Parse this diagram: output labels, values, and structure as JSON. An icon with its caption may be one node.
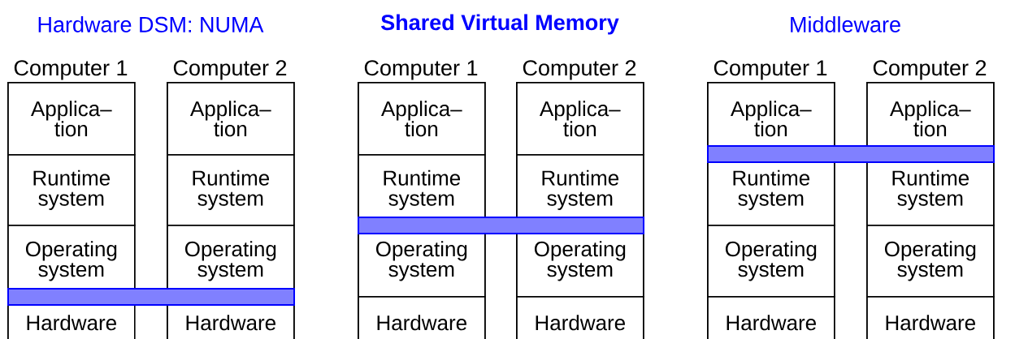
{
  "diagram": {
    "nodes": [
      {
        "text": [
          "Computer 1"
        ]
      },
      {
        "text": [
          "Applica– tion"
        ],
        "in": 0
      },
      {
        "text": [
          "Runtime system"
        ],
        "in": 0
      },
      {
        "text": [
          "Operating system"
        ],
        "in": 0
      },
      {
        "text": [
          "Hardware"
        ],
        "in": 0
      },
      {
        "text": [
          "Computer 2"
        ]
      },
      {
        "text": [
          "Applica– tion"
        ],
        "in": 5
      },
      {
        "text": [
          "Runtime system"
        ],
        "in": 5
      },
      {
        "text": [
          "Operating system"
        ],
        "in": 5
      },
      {
        "text": [
          "Hardware"
        ],
        "in": 5
      },
      {
        "text": [],
        "shape": "bar"
      },
      {
        "text": [
          "Computer 1"
        ]
      },
      {
        "text": [
          "Applica– tion"
        ],
        "in": 11
      },
      {
        "text": [
          "Runtime system"
        ],
        "in": 11
      },
      {
        "text": [
          "Operating system"
        ],
        "in": 11
      },
      {
        "text": [
          "Hardware"
        ],
        "in": 11
      },
      {
        "text": [
          "Computer 2"
        ]
      },
      {
        "text": [
          "Applica– tion"
        ],
        "in": 16
      },
      {
        "text": [
          "Runtime system"
        ],
        "in": 16
      },
      {
        "text": [
          "Operating system"
        ],
        "in": 16
      },
      {
        "text": [
          "Hardware"
        ],
        "in": 16
      },
      {
        "text": [],
        "shape": "bar"
      },
      {
        "text": [
          "Computer 1"
        ]
      },
      {
        "text": [
          "Applica– tion"
        ],
        "in": 22
      },
      {
        "text": [
          "Runtime system"
        ],
        "in": 22
      },
      {
        "text": [
          "Operating system"
        ],
        "in": 22
      },
      {
        "text": [
          "Hardware"
        ],
        "in": 22
      },
      {
        "text": [
          "Computer 2"
        ]
      },
      {
        "text": [
          "Applica– tion"
        ],
        "in": 27
      },
      {
        "text": [
          "Runtime system"
        ],
        "in": 27
      },
      {
        "text": [
          "Operating system"
        ],
        "in": 27
      },
      {
        "text": [
          "Hardware"
        ],
        "in": 27
      },
      {
        "text": [],
        "shape": "bar"
      }
    ],
    "labels": [
      "Hardware DSM: NUMA",
      "Shared Virtual Memory",
      "Middleware"
    ]
  }
}
